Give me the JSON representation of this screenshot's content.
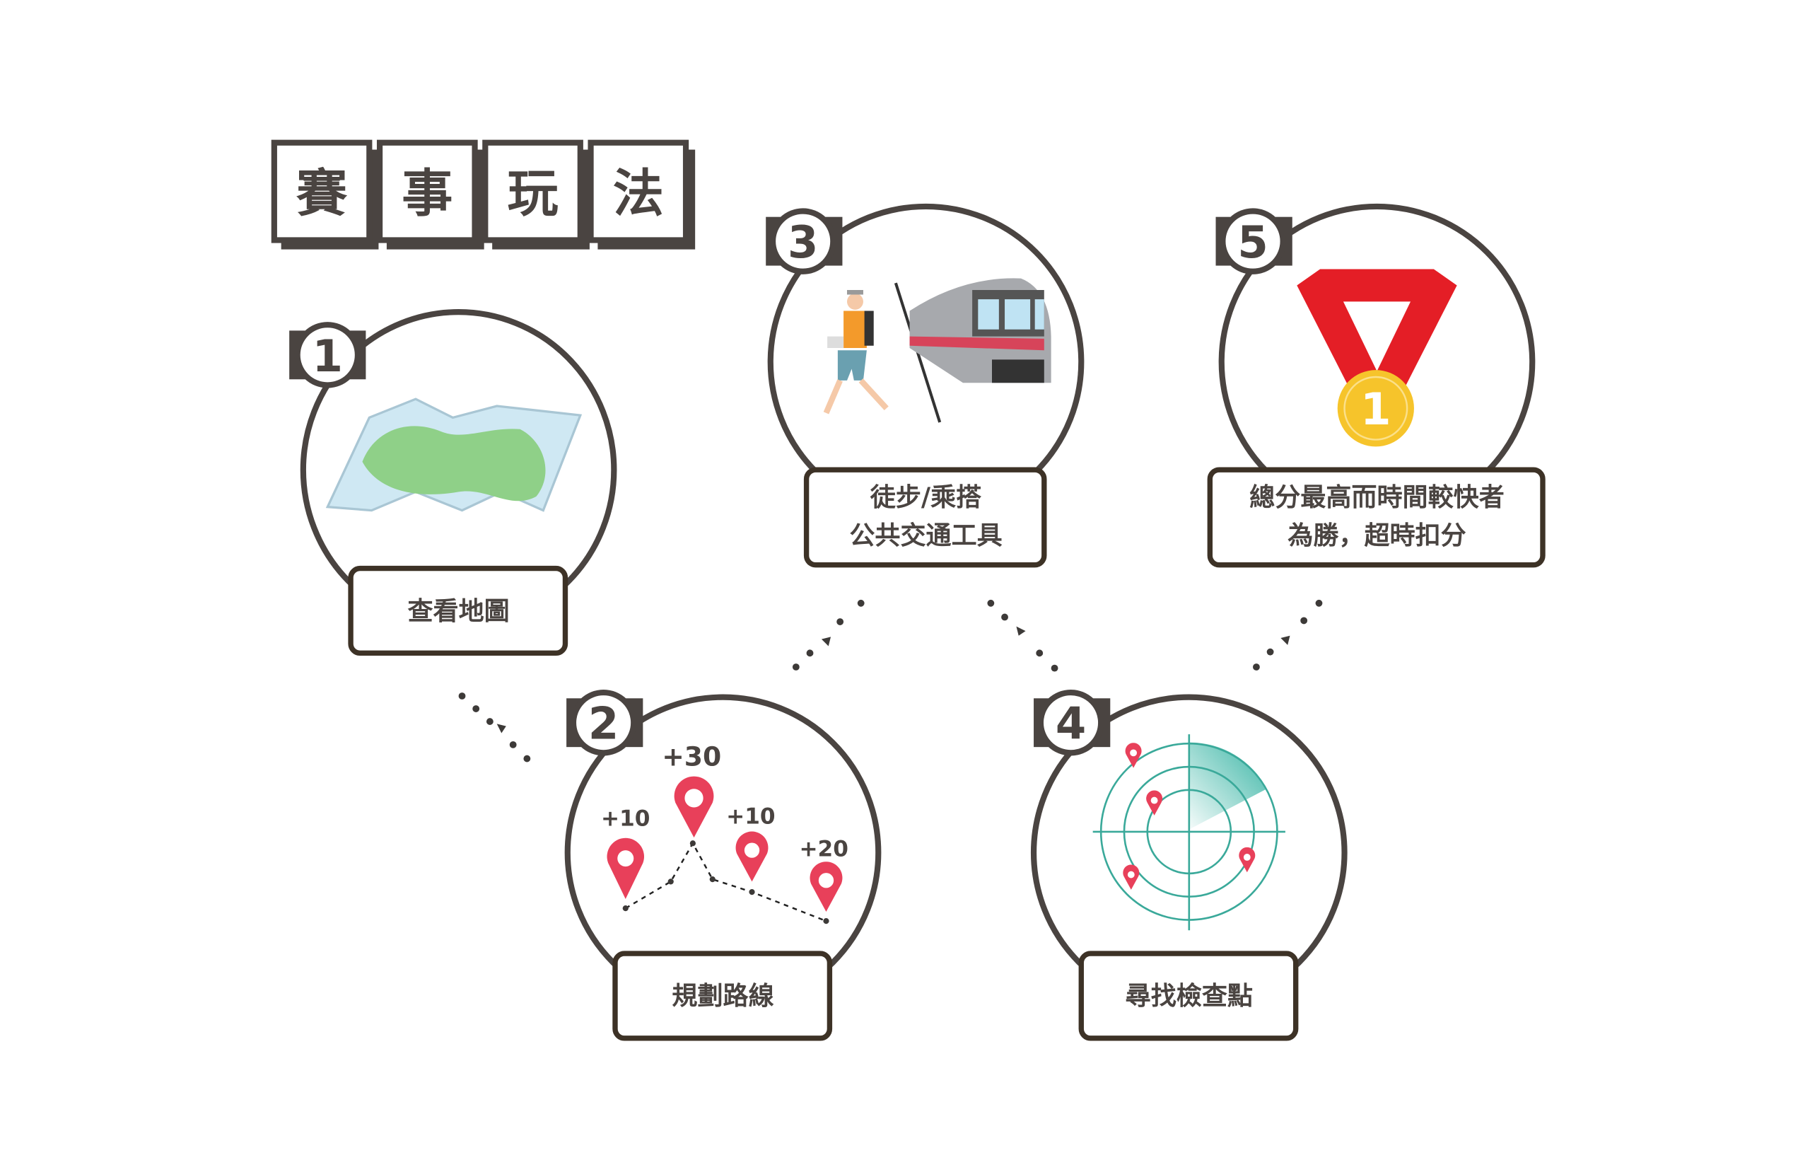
{
  "title": [
    "賽",
    "事",
    "玩",
    "法"
  ],
  "steps": [
    {
      "number": "1",
      "label_lines": [
        "查看地圖"
      ],
      "icon": "map-icon"
    },
    {
      "number": "2",
      "label_lines": [
        "規劃路線"
      ],
      "icon": "route-pins-icon",
      "points": [
        "+10",
        "+30",
        "+10",
        "+20"
      ]
    },
    {
      "number": "3",
      "label_lines": [
        "徒步/乘搭",
        "公共交通工具"
      ],
      "icon": "walk-train-icon"
    },
    {
      "number": "4",
      "label_lines": [
        "尋找檢查點"
      ],
      "icon": "radar-icon"
    },
    {
      "number": "5",
      "label_lines": [
        "總分最高而時間較快者",
        "為勝，超時扣分"
      ],
      "icon": "medal-icon",
      "medal_text": "1"
    }
  ],
  "colors": {
    "outline": "#4a4441",
    "pin": "#e8405a",
    "radar": "#3aa99a",
    "ribbon": "#e41e26",
    "medal": "#f6c42b"
  }
}
